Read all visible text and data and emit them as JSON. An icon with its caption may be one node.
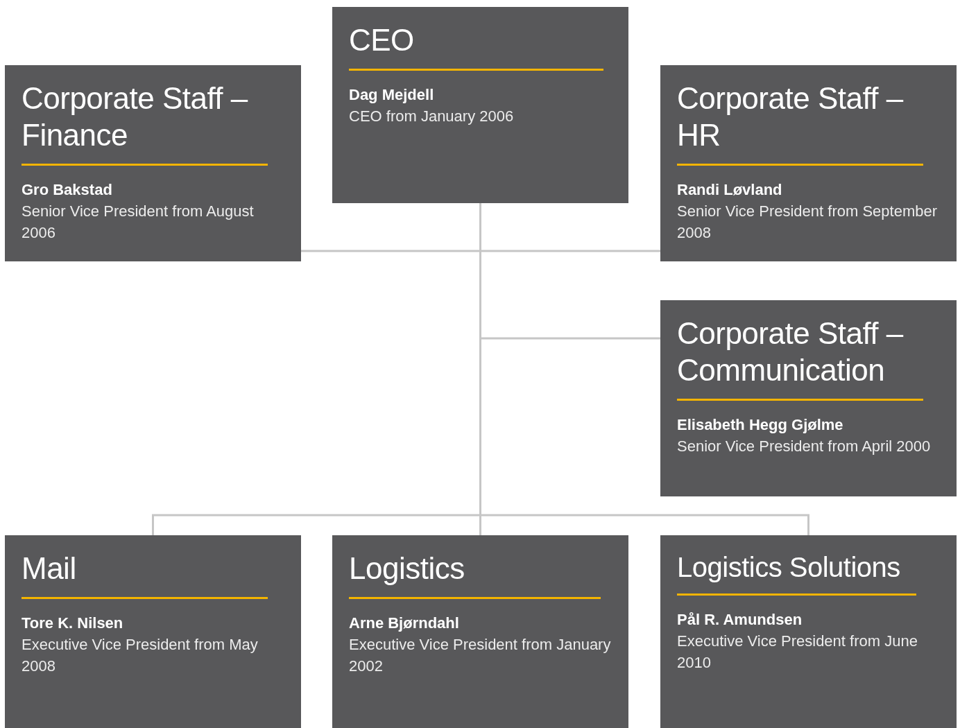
{
  "diagram": {
    "nodes": [
      {
        "text": [
          "CEO",
          "Dag Mejdell",
          "CEO from January 2006"
        ]
      },
      {
        "text": [
          "Corporate Staff – Finance",
          "Gro Bakstad",
          "Senior Vice President from August 2006"
        ]
      },
      {
        "text": [
          "Corporate Staff – HR",
          "Randi Løvland",
          "Senior Vice President from September 2008"
        ]
      },
      {
        "text": [
          "Corporate Staff – Communication",
          "Elisabeth Hegg Gjølme",
          "Senior Vice President from April 2000"
        ]
      },
      {
        "text": [
          "Mail",
          "Tore K. Nilsen",
          "Executive Vice President from May 2008"
        ]
      },
      {
        "text": [
          "Logistics",
          "Arne Bjørndahl",
          "Executive Vice President from January 2002"
        ]
      },
      {
        "text": [
          "Logistics Solutions",
          "Pål R. Amundsen",
          "Executive Vice President from June 2010"
        ]
      }
    ],
    "edges": [
      {
        "from": 0,
        "to": 1,
        "arrow": "none"
      },
      {
        "from": 0,
        "to": 2,
        "arrow": "none"
      },
      {
        "from": 0,
        "to": 3,
        "arrow": "none"
      },
      {
        "from": 0,
        "to": 4,
        "arrow": "none"
      },
      {
        "from": 0,
        "to": 5,
        "arrow": "none"
      },
      {
        "from": 0,
        "to": 6,
        "arrow": "none"
      }
    ]
  }
}
